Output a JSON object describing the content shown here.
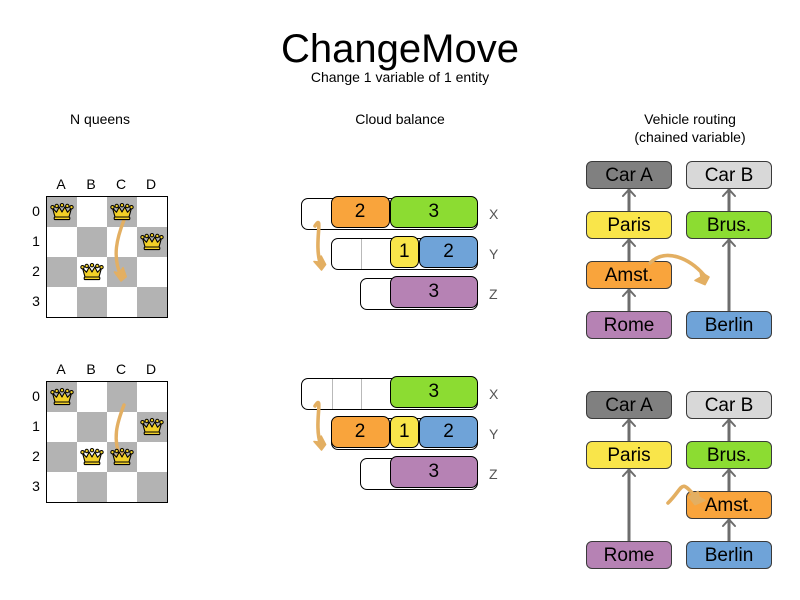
{
  "header": {
    "title": "ChangeMove",
    "subtitle": "Change 1 variable of 1 entity"
  },
  "columns": [
    {
      "title": "N queens"
    },
    {
      "title": "Cloud balance"
    },
    {
      "title": "Vehicle routing\n(chained variable)"
    }
  ],
  "colors": {
    "orange": "#F9A43C",
    "green": "#8CDC32",
    "yellow": "#F9E54A",
    "blue": "#6FA3D8",
    "purple": "#B682B4",
    "grey_dark": "#808080",
    "grey_light": "#D8D8D8",
    "board_dark": "#B3B3B3",
    "board_light": "#FFFFFF",
    "arrow": "#E3AF62",
    "queen_gold": "#F2D027",
    "line": "#6D6D6D"
  },
  "nqueens": {
    "files": [
      "A",
      "B",
      "C",
      "D"
    ],
    "ranks": [
      "0",
      "1",
      "2",
      "3"
    ],
    "before": {
      "queens": [
        {
          "file": 0,
          "rank": 0
        },
        {
          "file": 2,
          "rank": 0
        },
        {
          "file": 3,
          "rank": 1
        },
        {
          "file": 1,
          "rank": 2
        }
      ],
      "move": {
        "from_file": 2,
        "from_rank": 0,
        "to_file": 2,
        "to_rank": 2
      }
    },
    "after": {
      "queens": [
        {
          "file": 0,
          "rank": 0
        },
        {
          "file": 3,
          "rank": 1
        },
        {
          "file": 1,
          "rank": 2
        },
        {
          "file": 2,
          "rank": 2
        }
      ],
      "trail": {
        "from_file": 2,
        "from_rank": 0,
        "to_file": 2,
        "to_rank": 2
      }
    }
  },
  "cloud": {
    "before": {
      "rows": [
        {
          "label": "X",
          "capacity_slots": 6,
          "free_slots": 1,
          "processes": [
            {
              "value": "2",
              "slots": 2,
              "color": "#F9A43C"
            },
            {
              "value": "3",
              "slots": 3,
              "color": "#8CDC32"
            }
          ]
        },
        {
          "label": "Y",
          "capacity_slots": 5,
          "free_slots": 2,
          "processes": [
            {
              "value": "1",
              "slots": 1,
              "color": "#F9E54A"
            },
            {
              "value": "2",
              "slots": 2,
              "color": "#6FA3D8"
            }
          ]
        },
        {
          "label": "Z",
          "capacity_slots": 4,
          "free_slots": 1,
          "processes": [
            {
              "value": "3",
              "slots": 3,
              "color": "#B682B4"
            }
          ]
        }
      ],
      "move": {
        "from_row": 0,
        "to_row": 1
      }
    },
    "after": {
      "rows": [
        {
          "label": "X",
          "capacity_slots": 6,
          "free_slots": 3,
          "processes": [
            {
              "value": "3",
              "slots": 3,
              "color": "#8CDC32"
            }
          ]
        },
        {
          "label": "Y",
          "capacity_slots": 5,
          "free_slots": 0,
          "processes": [
            {
              "value": "2",
              "slots": 2,
              "color": "#F9A43C"
            },
            {
              "value": "1",
              "slots": 1,
              "color": "#F9E54A"
            },
            {
              "value": "2",
              "slots": 2,
              "color": "#6FA3D8"
            }
          ]
        },
        {
          "label": "Z",
          "capacity_slots": 4,
          "free_slots": 1,
          "processes": [
            {
              "value": "3",
              "slots": 3,
              "color": "#B682B4"
            }
          ]
        }
      ],
      "move": {
        "from_row": 0,
        "to_row": 1
      }
    }
  },
  "routing": {
    "before": {
      "nodes": [
        {
          "id": "carA",
          "label": "Car A",
          "color": "#808080",
          "col": 0,
          "row": 0
        },
        {
          "id": "paris",
          "label": "Paris",
          "color": "#F9E54A",
          "col": 0,
          "row": 1
        },
        {
          "id": "amst",
          "label": "Amst.",
          "color": "#F9A43C",
          "col": 0,
          "row": 2
        },
        {
          "id": "rome",
          "label": "Rome",
          "color": "#B682B4",
          "col": 0,
          "row": 3
        },
        {
          "id": "carB",
          "label": "Car B",
          "color": "#D8D8D8",
          "col": 1,
          "row": 0
        },
        {
          "id": "brus",
          "label": "Brus.",
          "color": "#8CDC32",
          "col": 1,
          "row": 1
        },
        {
          "id": "berlin",
          "label": "Berlin",
          "color": "#6FA3D8",
          "col": 1,
          "row": 3
        }
      ],
      "links": [
        {
          "from": "paris",
          "to": "carA"
        },
        {
          "from": "amst",
          "to": "paris"
        },
        {
          "from": "rome",
          "to": "amst"
        },
        {
          "from": "brus",
          "to": "carB"
        },
        {
          "from": "berlin",
          "to": "brus"
        }
      ],
      "move": {
        "from": "amst",
        "to": "berlin-chain"
      }
    },
    "after": {
      "nodes": [
        {
          "id": "carA",
          "label": "Car A",
          "color": "#808080",
          "col": 0,
          "row": 0
        },
        {
          "id": "paris",
          "label": "Paris",
          "color": "#F9E54A",
          "col": 0,
          "row": 1
        },
        {
          "id": "rome",
          "label": "Rome",
          "color": "#B682B4",
          "col": 0,
          "row": 3
        },
        {
          "id": "carB",
          "label": "Car B",
          "color": "#D8D8D8",
          "col": 1,
          "row": 0
        },
        {
          "id": "brus",
          "label": "Brus.",
          "color": "#8CDC32",
          "col": 1,
          "row": 1
        },
        {
          "id": "amst",
          "label": "Amst.",
          "color": "#F9A43C",
          "col": 1,
          "row": 2
        },
        {
          "id": "berlin",
          "label": "Berlin",
          "color": "#6FA3D8",
          "col": 1,
          "row": 3
        }
      ],
      "links": [
        {
          "from": "paris",
          "to": "carA"
        },
        {
          "from": "rome",
          "to": "paris"
        },
        {
          "from": "brus",
          "to": "carB"
        },
        {
          "from": "amst",
          "to": "brus"
        },
        {
          "from": "berlin",
          "to": "amst"
        }
      ],
      "move": {
        "from": "paris-chain",
        "to": "amst"
      }
    }
  }
}
